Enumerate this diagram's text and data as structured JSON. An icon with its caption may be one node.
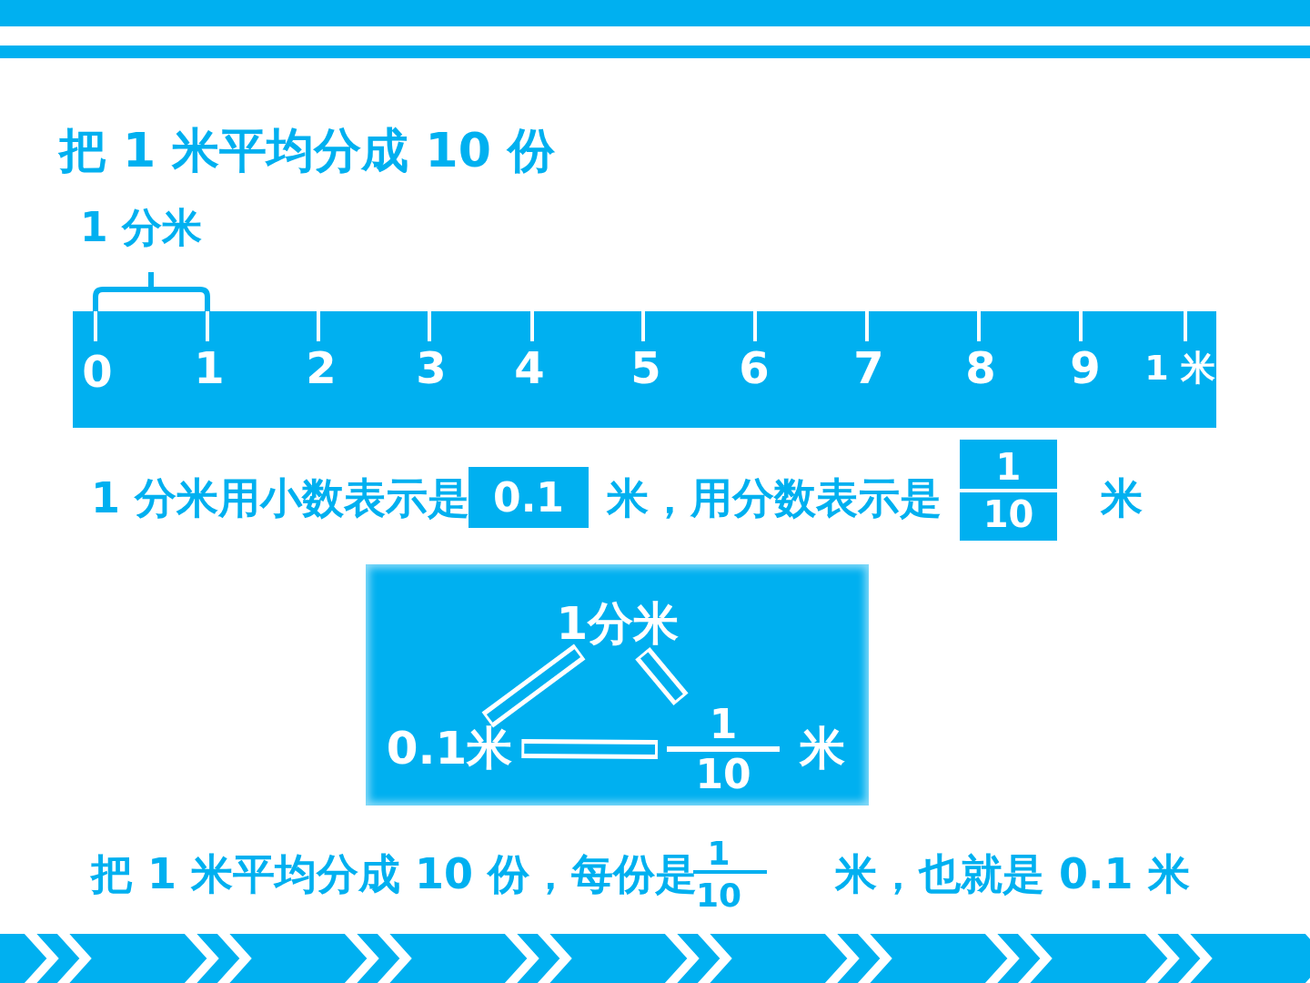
{
  "diagram": {
    "title": "把 1 米平均分成 10 份",
    "nodes": [
      {
        "text": [
          "0",
          "1",
          "2",
          "3",
          "4",
          "5",
          "6",
          "7",
          "8",
          "9",
          "1 米"
        ]
      },
      {
        "text": [
          "0.1"
        ]
      },
      {
        "text": [
          "1",
          "10"
        ]
      },
      {
        "text": [],
        "shape": "box"
      },
      {
        "text": [
          "1分米"
        ],
        "in": 3
      },
      {
        "text": [
          "0.1米"
        ],
        "in": 3
      },
      {
        "text": [
          "1",
          "10"
        ],
        "beside": [
          "米"
        ],
        "in": 3
      }
    ],
    "edges": [
      {
        "from": 4,
        "to": 5,
        "arrow": "none"
      },
      {
        "from": 4,
        "to": 6,
        "arrow": "none"
      },
      {
        "from": 5,
        "to": 6,
        "arrow": "none"
      }
    ],
    "labels": [
      "1 分米",
      "1 分米用小数表示是",
      "米，用分数表示是",
      "米",
      "把 1 米平均分成 10 份，每份是",
      "1",
      "10",
      "米，也就是 0.1 米"
    ]
  }
}
